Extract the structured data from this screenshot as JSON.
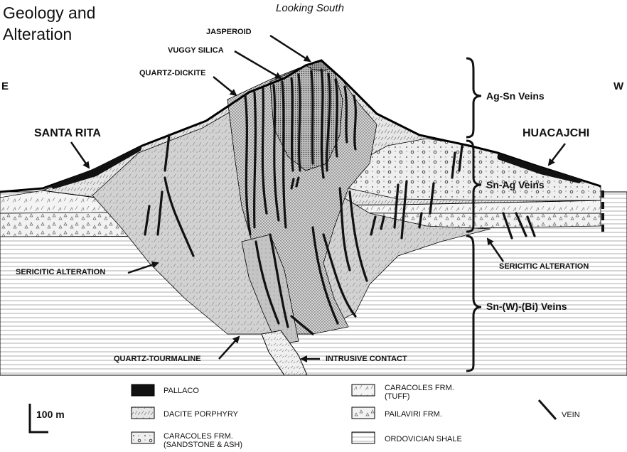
{
  "title": "Geology and Alteration",
  "view_direction": "Looking South",
  "compass": {
    "east": "E",
    "west": "W"
  },
  "places": {
    "santa_rita": "SANTA RITA",
    "huacajchi": "HUACAJCHI"
  },
  "labels": {
    "jasperoid": "JASPEROID",
    "vuggy_silica": "VUGGY SILICA",
    "quartz_dickite": "QUARTZ-DICKITE",
    "sericitic_left": "SERICITIC ALTERATION",
    "sericitic_right": "SERICITIC ALTERATION",
    "quartz_tourmaline": "QUARTZ-TOURMALINE",
    "intrusive_contact": "INTRUSIVE CONTACT"
  },
  "vein_zones": {
    "ag_sn": "Ag-Sn Veins",
    "sn_ag": "Sn-Ag Veins",
    "sn_w_bi": "Sn-(W)-(Bi) Veins"
  },
  "scale_bar": "100 m",
  "legend": {
    "pallaco": "PALLACO",
    "dacite": "DACITE PORPHYRY",
    "caracoles_ss": "CARACOLES FRM. (SANDSTONE & ASH)",
    "caracoles_tuff": "CARACOLES FRM. (TUFF)",
    "pailaviri": "PAILAVIRI FRM.",
    "ordovician": "ORDOVICIAN SHALE",
    "vein": "VEIN"
  }
}
